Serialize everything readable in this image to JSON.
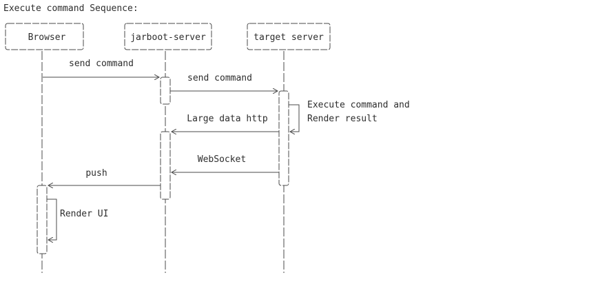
{
  "diagram": {
    "title": "Execute command Sequence:",
    "participants": [
      {
        "id": "browser",
        "label": "Browser"
      },
      {
        "id": "jarboot",
        "label": "jarboot-server"
      },
      {
        "id": "target",
        "label": "target server"
      }
    ],
    "messages": [
      {
        "id": "m1",
        "from": "browser",
        "to": "jarboot",
        "label": "send command"
      },
      {
        "id": "m2",
        "from": "jarboot",
        "to": "target",
        "label": "send command"
      },
      {
        "id": "m3",
        "from": "target",
        "to": "target",
        "label_lines": [
          "Execute command and",
          "Render result"
        ]
      },
      {
        "id": "m4",
        "from": "target",
        "to": "jarboot",
        "label": "Large data http"
      },
      {
        "id": "m5",
        "from": "target",
        "to": "jarboot",
        "label": "WebSocket"
      },
      {
        "id": "m6",
        "from": "jarboot",
        "to": "browser",
        "label": "push"
      },
      {
        "id": "m7",
        "from": "browser",
        "to": "browser",
        "label": "Render UI"
      }
    ]
  }
}
